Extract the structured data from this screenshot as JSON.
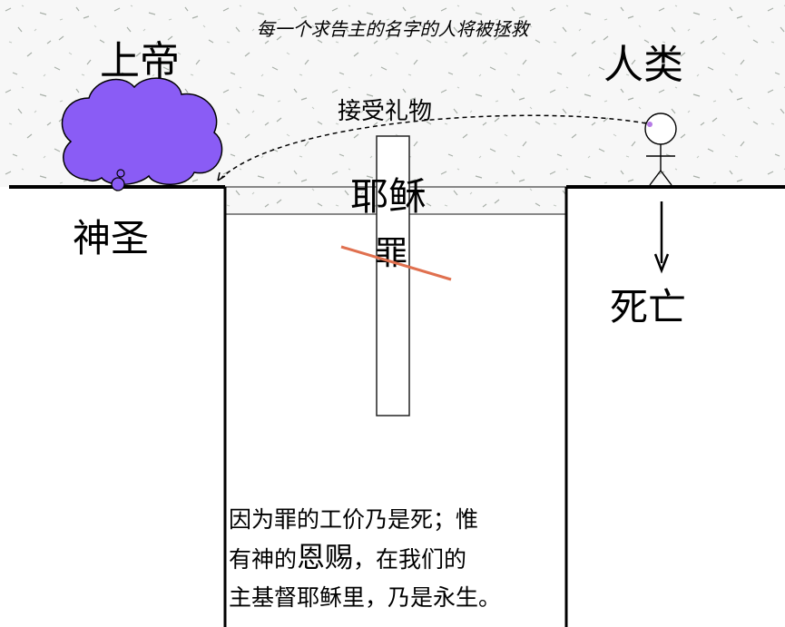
{
  "caption": "每一个求告主的名字的人将被拯救",
  "labels": {
    "god": "上帝",
    "holy": "神圣",
    "human": "人类",
    "death": "死亡",
    "gift": "接受礼物",
    "jesus": "耶稣",
    "sin": "罪"
  },
  "verse": {
    "line1": "因为罪的工价乃是死；惟",
    "line2_pre": "有神的",
    "line2_emph": "恩赐",
    "line2_post": "，在我们的",
    "line3": "主基督耶稣里，乃是永生。"
  },
  "colors": {
    "cloud": "#8a5cf5",
    "cross_out": "#e0704f",
    "eye": "#b67be6",
    "ink": "#000000"
  }
}
